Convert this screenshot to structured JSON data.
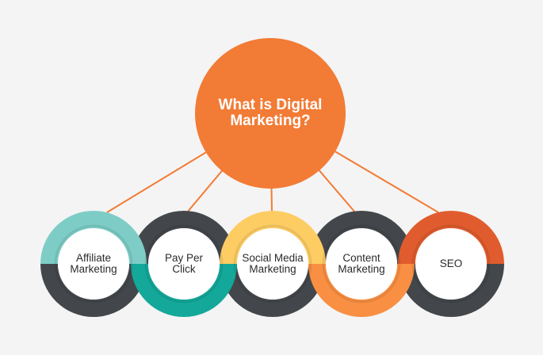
{
  "title": "What is Digital Marketing?",
  "center_color": "#f27b35",
  "line_color": "#f27b35",
  "dark_color": "#43474b",
  "nodes": [
    {
      "label": "Affiliate Marketing",
      "color": "#7dcdc6",
      "colored_half": "top"
    },
    {
      "label": "Pay Per Click",
      "color": "#14a89a",
      "colored_half": "bottom"
    },
    {
      "label": "Social Media Marketing",
      "color": "#fdcd63",
      "colored_half": "top"
    },
    {
      "label": "Content Marketing",
      "color": "#f98f42",
      "colored_half": "bottom"
    },
    {
      "label": "SEO",
      "color": "#e05c2e",
      "colored_half": "top"
    }
  ]
}
